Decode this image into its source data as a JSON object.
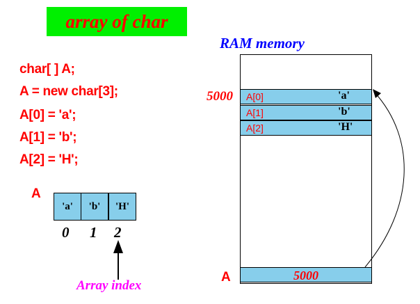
{
  "title": "array of char",
  "code_lines": [
    "char[ ] A;",
    "A = new char[3];",
    "A[0] = 'a';",
    "A[1] = 'b';",
    "A[2] = 'H';"
  ],
  "array_label": "A",
  "array_cells": [
    "'a'",
    "'b'",
    "'H'"
  ],
  "indices": [
    "0",
    "1",
    "2"
  ],
  "array_index_label": "Array index",
  "ram": {
    "title": "RAM memory",
    "address": "5000",
    "rows": [
      {
        "label": "A[0]",
        "value": "'a'"
      },
      {
        "label": "A[1]",
        "value": "'b'"
      },
      {
        "label": "A[2]",
        "value": "'H'"
      }
    ],
    "var_label": "A",
    "var_value": "5000"
  },
  "colors": {
    "title_bg": "#00f000",
    "code_text": "#ff0000",
    "cell_fill": "#87ceeb",
    "ram_title": "#0000ff",
    "index_label": "#ff00ff"
  }
}
